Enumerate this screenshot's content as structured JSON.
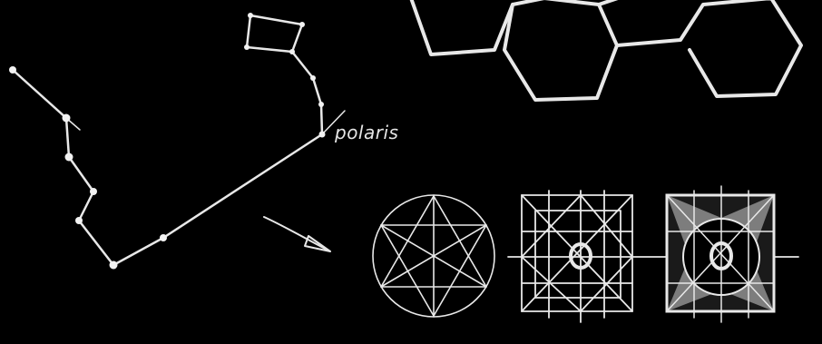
{
  "labels": {
    "polaris": "polaris"
  },
  "colors": {
    "background": "#000000",
    "chalk": "#e8e8e8"
  },
  "figures": [
    "constellation-sketch",
    "arrow",
    "hexagon-pattern",
    "hexagram-in-circle",
    "square-grid-sketch",
    "shaded-square-sketch"
  ]
}
